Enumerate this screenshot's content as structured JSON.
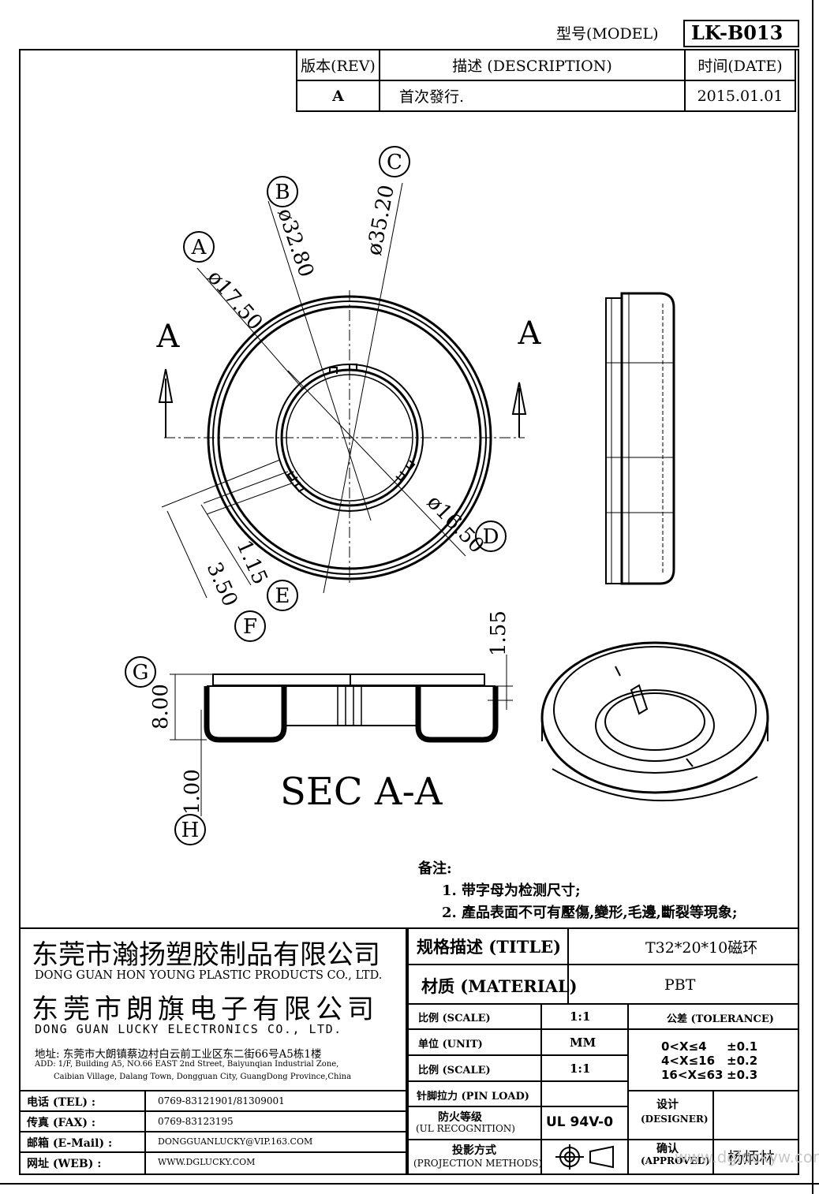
{
  "header": {
    "model_label": "型号(MODEL)",
    "model_value": "LK-B013"
  },
  "revision_table": {
    "headers": [
      "版本(REV)",
      "描述 (DESCRIPTION)",
      "时间(DATE)"
    ],
    "rows": [
      [
        "A",
        "首次發行.",
        "2015.01.01"
      ]
    ]
  },
  "drawing": {
    "dims": {
      "a": "ø17.50",
      "b": "ø32.80",
      "c": "ø35.20",
      "d": "ø16.50",
      "e": "1.15",
      "f": "3.50",
      "g": "8.00",
      "h": "1.00",
      "top": "1.55"
    },
    "markers": [
      "A",
      "B",
      "C",
      "D",
      "E",
      "F",
      "G",
      "H"
    ],
    "section_arrow_label": "A",
    "section_title": "SEC A-A"
  },
  "notes": {
    "title": "备注:",
    "items": [
      "1. 带字母为检测尺寸;",
      "2. 產品表面不可有壓傷,變形,毛邊,斷裂等現象;"
    ]
  },
  "company": {
    "name_cn_1": "东莞市瀚扬塑胶制品有限公司",
    "name_en_1": "DONG GUAN HON YOUNG PLASTIC PRODUCTS CO., LTD.",
    "name_cn_2": "东莞市朗旗电子有限公司",
    "name_en_2": "DONG GUAN LUCKY ELECTRONICS CO., LTD.",
    "address_cn": "地址: 东莞市大朗镇蔡边村白云前工业区东二街66号A5栋1楼",
    "address_en_1": "ADD: 1/F, Building A5, NO.66 EAST 2nd Street, Baiyunqian Industrial Zone,",
    "address_en_2": "Caibian Village, Dalang Town, Dongguan City, GuangDong Province,China"
  },
  "contacts": [
    {
      "label": "电话 (TEL) :",
      "value": "0769-83121901/81309001"
    },
    {
      "label": "传真 (FAX) :",
      "value": "0769-83123195"
    },
    {
      "label": "邮箱 (E-Mail) :",
      "value": "DONGGUANLUCKY@VIP.163.COM"
    },
    {
      "label": "网址 (WEB) :",
      "value": "WWW.DGLUCKY.COM"
    }
  ],
  "title_block": {
    "title_label": "规格描述 (TITLE)",
    "title_value": "T32*20*10磁环",
    "material_label": "材质 (MATERIAL)",
    "material_value": "PBT",
    "scale_label": "比例 (SCALE)",
    "scale_value": "1:1",
    "unit_label": "单位 (UNIT)",
    "unit_value": "MM",
    "scale2_label": "比例 (SCALE)",
    "scale2_value": "1:1",
    "pin_load_label": "针脚拉力 (PIN LOAD)",
    "pin_load_value": "",
    "ul_label_1": "防火等级",
    "ul_label_2": "(UL RECOGNITION)",
    "ul_value": "UL 94V-0",
    "projection_label_1": "投影方式",
    "projection_label_2": "(PROJECTION METHODS)",
    "tolerance_label": "公差 (TOLERANCE)",
    "tolerances": [
      {
        "range": "0<X≤4",
        "value": "±0.1"
      },
      {
        "range": "4<X≤16",
        "value": "±0.2"
      },
      {
        "range": "16<X≤63",
        "value": "±0.3"
      }
    ],
    "designer_label_1": "设计",
    "designer_label_2": "(DESIGNER)",
    "designer_value": "",
    "approved_label_1": "确认",
    "approved_label_2": "(APPROVED)",
    "approved_value": "杨炳林",
    "watermark": "www.dgluckyw.com"
  }
}
